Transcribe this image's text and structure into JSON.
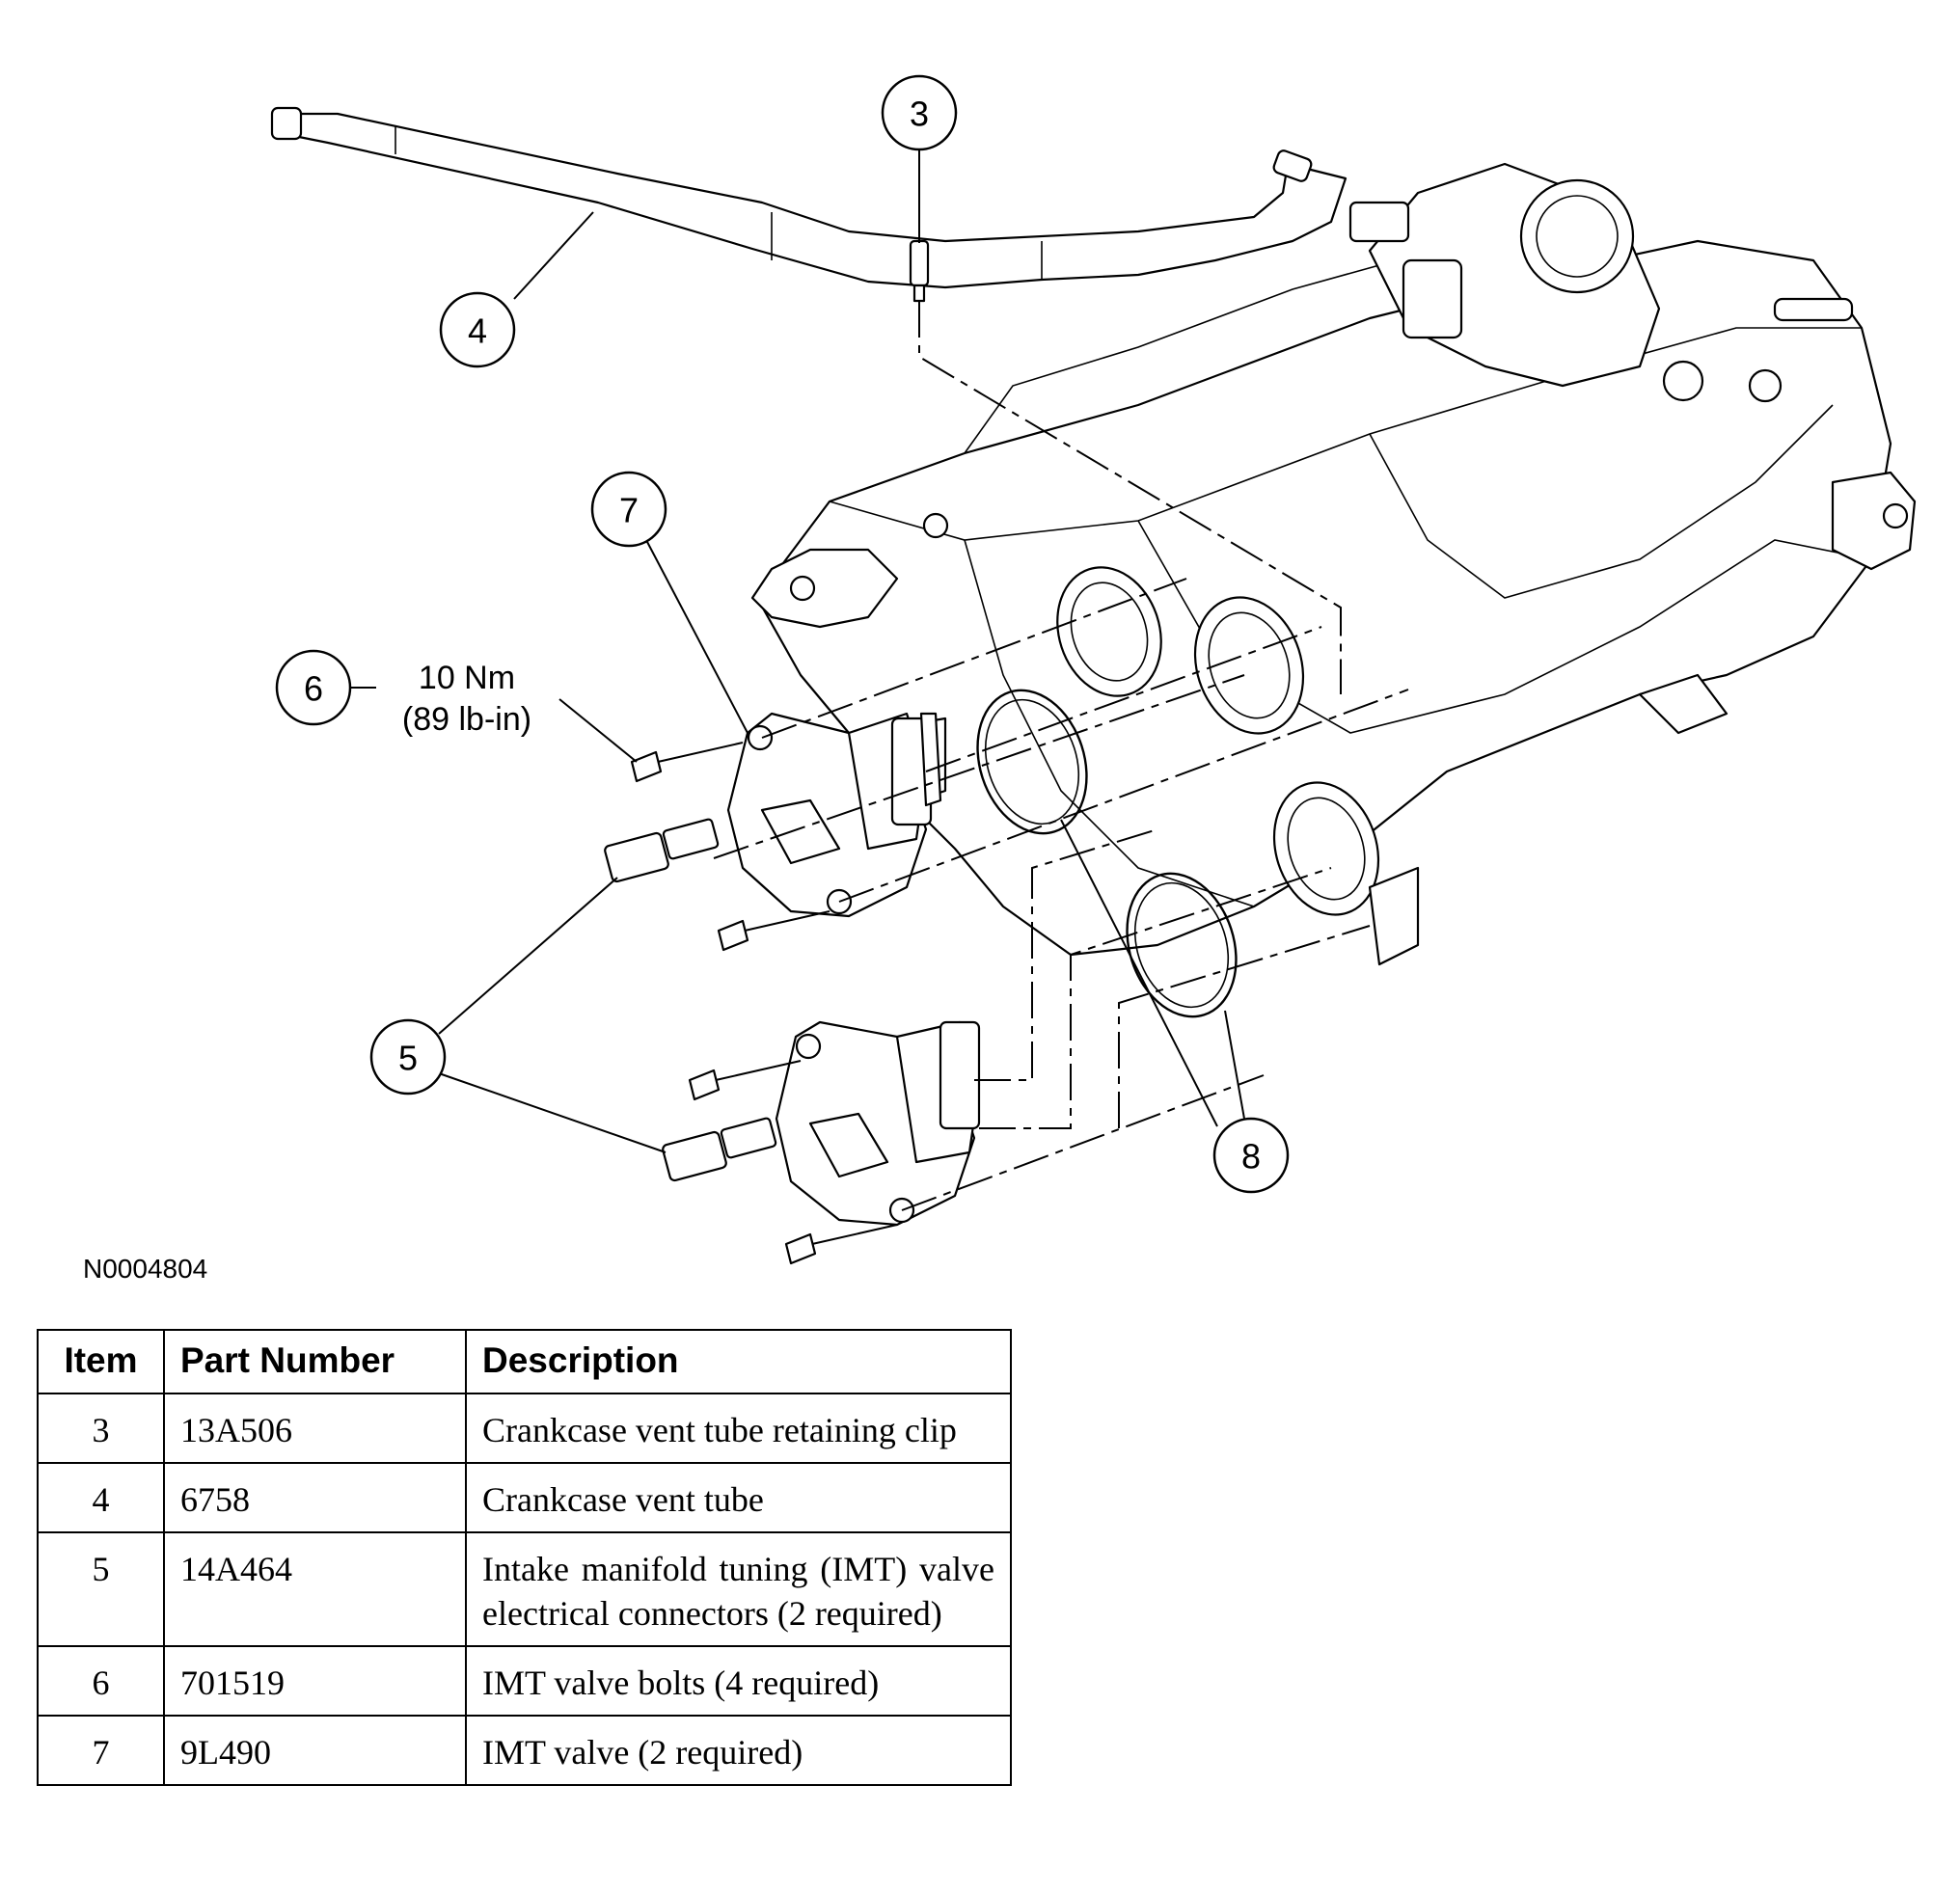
{
  "diagram": {
    "callouts": [
      "3",
      "4",
      "5",
      "6",
      "7",
      "8"
    ],
    "torque_spec": {
      "metric": "10 Nm",
      "imperial": "(89 lb-in)"
    },
    "figure_id": "N0004804"
  },
  "table": {
    "headers": {
      "item": "Item",
      "part_number": "Part Number",
      "description": "Description"
    },
    "rows": [
      {
        "item": "3",
        "part_number": "13A506",
        "description": "Crankcase vent tube retaining clip"
      },
      {
        "item": "4",
        "part_number": "6758",
        "description": "Crankcase vent tube"
      },
      {
        "item": "5",
        "part_number": "14A464",
        "description": "Intake manifold tuning (IMT) valve electrical connectors (2 required)"
      },
      {
        "item": "6",
        "part_number": "701519",
        "description": "IMT valve bolts (4 required)"
      },
      {
        "item": "7",
        "part_number": "9L490",
        "description": "IMT valve (2 required)"
      }
    ]
  }
}
